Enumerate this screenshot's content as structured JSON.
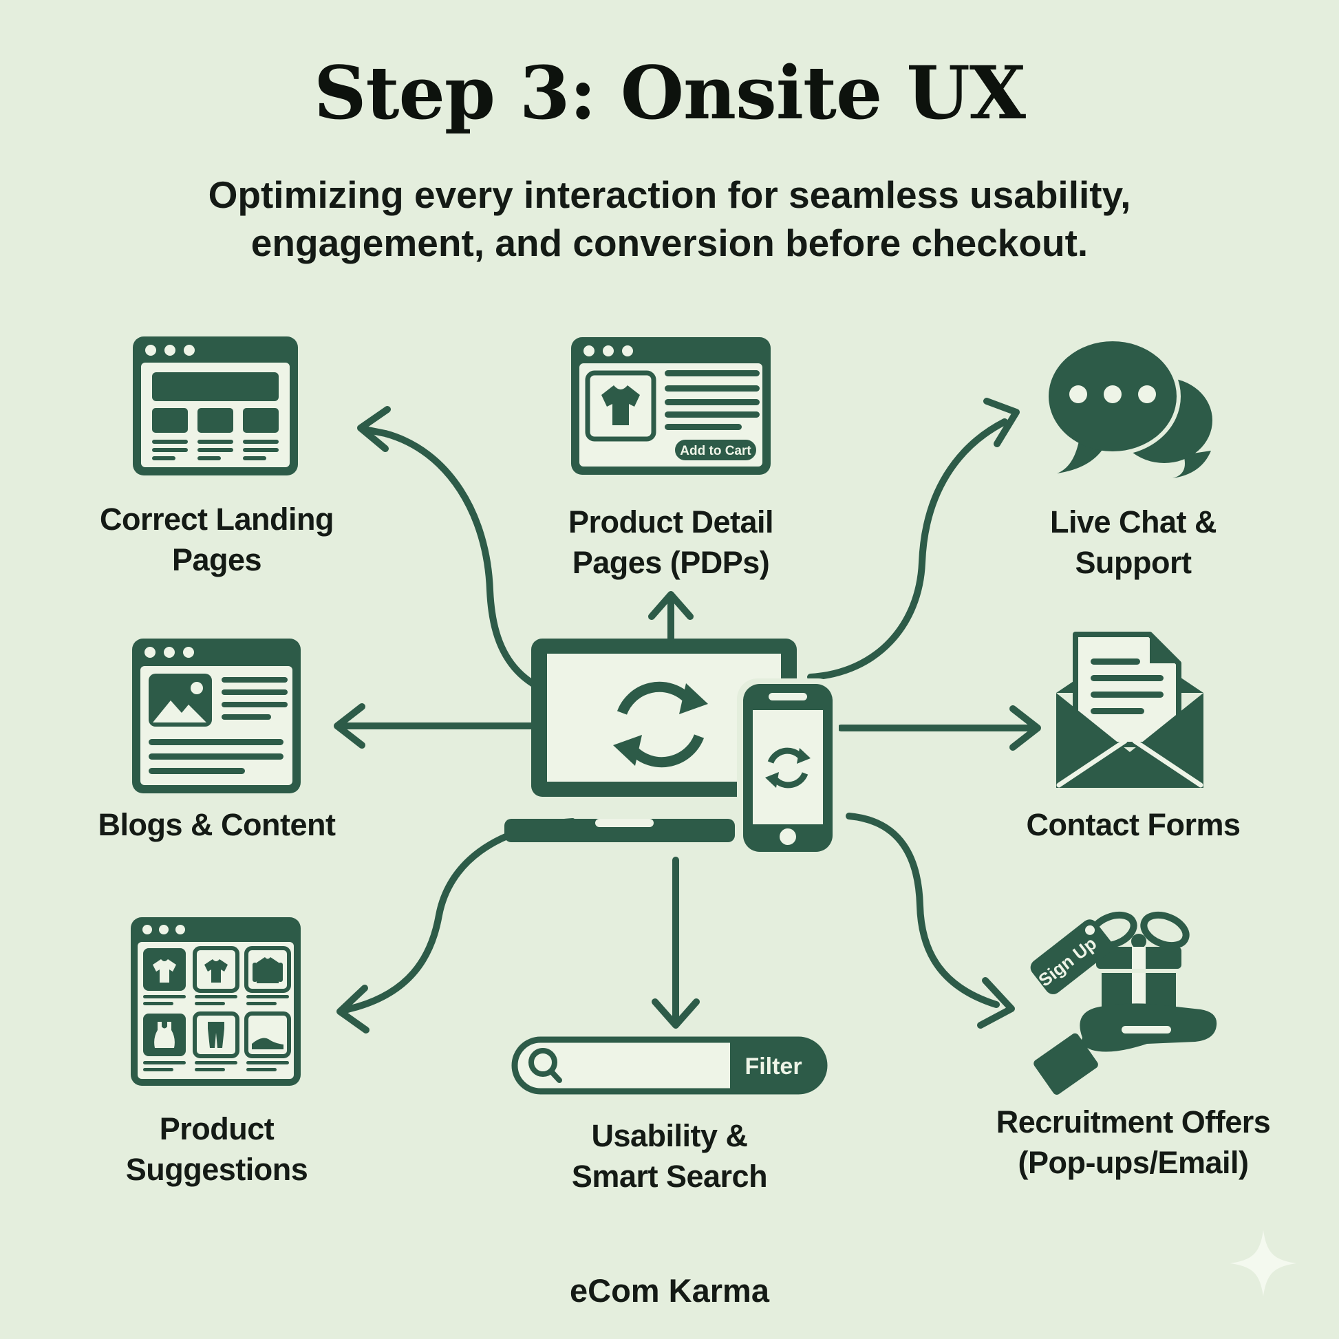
{
  "header": {
    "title": "Step 3: Onsite UX",
    "subtitle": "Optimizing every interaction for seamless usability,\nengagement, and conversion before checkout."
  },
  "nodes": {
    "landing": {
      "label": "Correct Landing\nPages"
    },
    "pdp": {
      "label": "Product Detail\nPages (PDPs)",
      "button": "Add to Cart"
    },
    "chat": {
      "label": "Live Chat &\nSupport"
    },
    "blogs": {
      "label": "Blogs & Content"
    },
    "contact": {
      "label": "Contact Forms"
    },
    "suggestions": {
      "label": "Product\nSuggestions"
    },
    "search": {
      "label": "Usability &\nSmart Search",
      "filter_button": "Filter"
    },
    "offers": {
      "label": "Recruitment Offers\n(Pop-ups/Email)",
      "tag": "Sign Up"
    }
  },
  "footer": {
    "brand": "eCom Karma"
  },
  "colors": {
    "background": "#e4eedd",
    "ink": "#2d5b48",
    "panel": "#eef4e7",
    "text": "#141a15",
    "title": "#0d120d",
    "sparkle": "#f4f9ef"
  }
}
